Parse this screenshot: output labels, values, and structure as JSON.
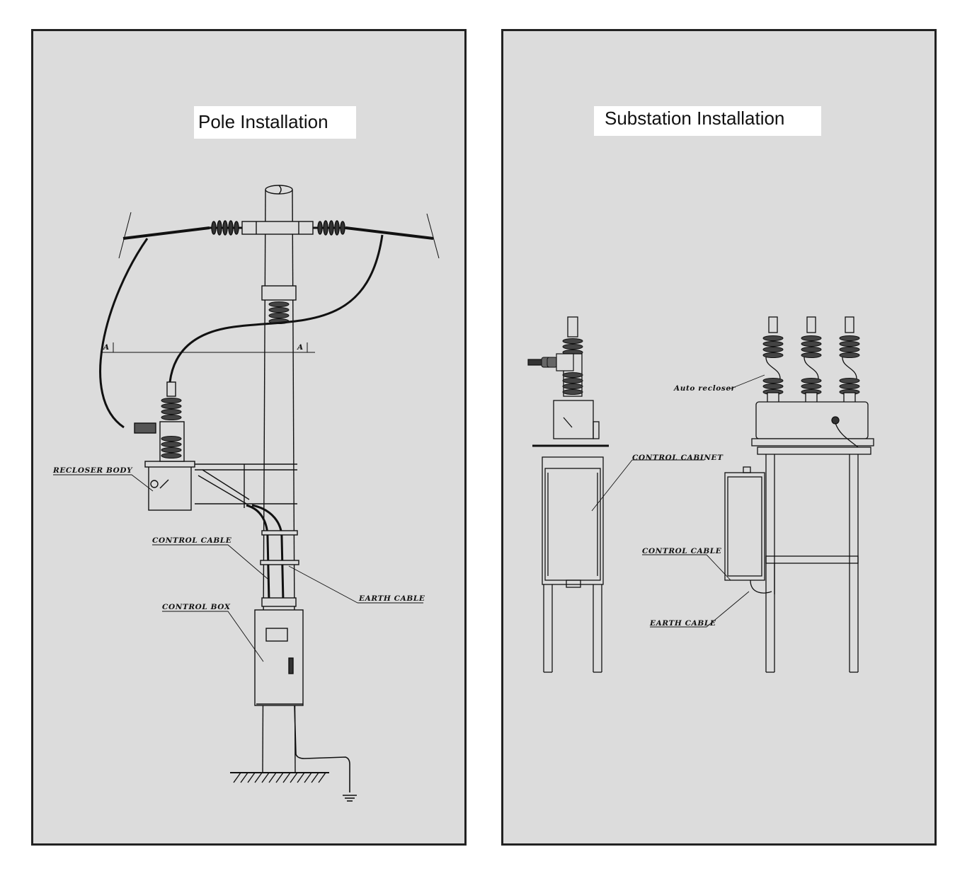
{
  "panels": {
    "left": {
      "title": "Pole Installation"
    },
    "right": {
      "title": "Substation Installation"
    }
  },
  "labels": {
    "section_mark": "A",
    "recloser_body": "RECLOSER BODY",
    "control_cable": "CONTROL CABLE",
    "control_box": "CONTROL BOX",
    "earth_cable": "EARTH CABLE",
    "auto_recloser": "Auto recloser",
    "control_cabinet": "CONTROL CABINET",
    "control_cable_sub": "CONTROL CABLE",
    "earth_cable_sub": "EARTH CABLE"
  },
  "colors": {
    "panel_bg": "#dcdcdc",
    "border": "#222222",
    "title_bg": "#ffffff",
    "line": "#111111"
  }
}
